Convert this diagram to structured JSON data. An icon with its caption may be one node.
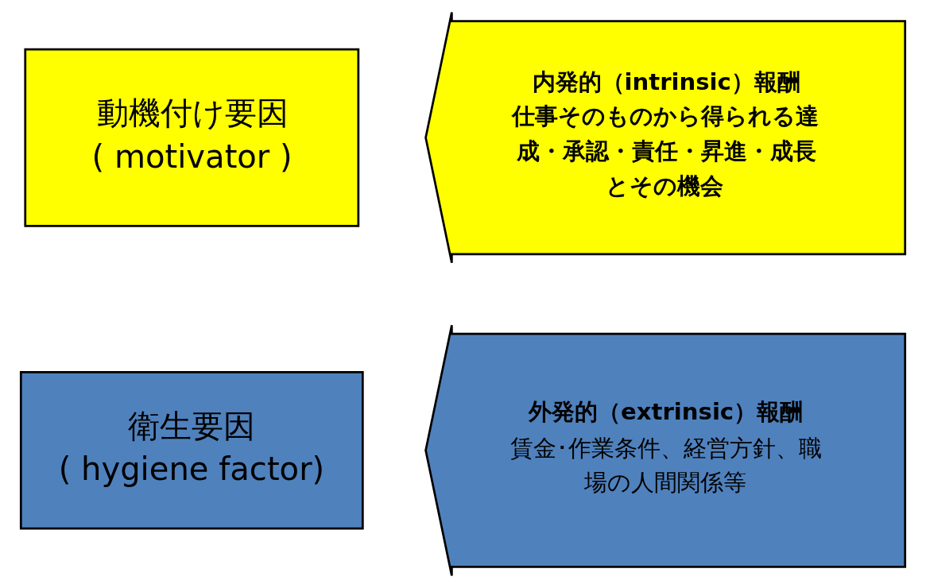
{
  "diagram": {
    "nodes": [
      {
        "text": [
          "動機付け要因",
          "( motivator )"
        ]
      },
      {
        "text": [
          "内発的（intrinsic）報酬",
          "仕事そのものから得られる達成・承認・責任・昇進・成長とその機会"
        ]
      },
      {
        "text": [
          "衛生要因",
          "( hygiene factor)"
        ]
      },
      {
        "text": [
          "外発的（extrinsic）報酬",
          "賃金･作業条件、経営方針、職場の人間関係等"
        ]
      }
    ],
    "edges": []
  }
}
